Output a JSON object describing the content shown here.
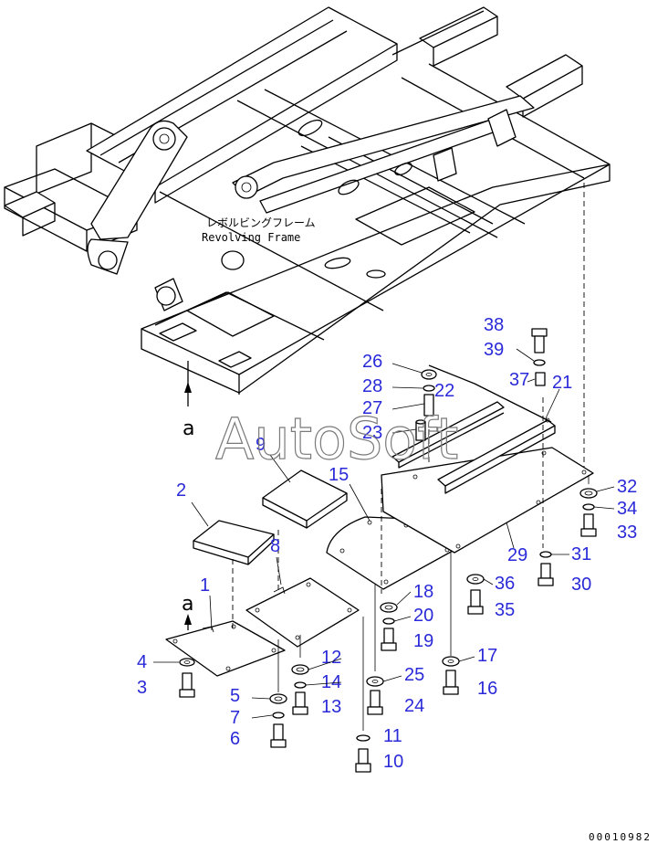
{
  "frame_label_jp": "レボルビングフレーム",
  "frame_label_en": "Revolving Frame",
  "ref_mark_top": "a",
  "ref_mark_bottom": "a",
  "watermark": "AutoSoft",
  "doc_number": "00010982",
  "callouts": [
    {
      "id": "c1",
      "text": "1"
    },
    {
      "id": "c2",
      "text": "2"
    },
    {
      "id": "c3",
      "text": "3"
    },
    {
      "id": "c4",
      "text": "4"
    },
    {
      "id": "c5",
      "text": "5"
    },
    {
      "id": "c6",
      "text": "6"
    },
    {
      "id": "c7",
      "text": "7"
    },
    {
      "id": "c8",
      "text": "8"
    },
    {
      "id": "c9",
      "text": "9"
    },
    {
      "id": "c10",
      "text": "10"
    },
    {
      "id": "c11",
      "text": "11"
    },
    {
      "id": "c12",
      "text": "12"
    },
    {
      "id": "c13",
      "text": "13"
    },
    {
      "id": "c14",
      "text": "14"
    },
    {
      "id": "c15",
      "text": "15"
    },
    {
      "id": "c16",
      "text": "16"
    },
    {
      "id": "c17",
      "text": "17"
    },
    {
      "id": "c18",
      "text": "18"
    },
    {
      "id": "c19",
      "text": "19"
    },
    {
      "id": "c20",
      "text": "20"
    },
    {
      "id": "c21",
      "text": "21"
    },
    {
      "id": "c22",
      "text": "22"
    },
    {
      "id": "c23",
      "text": "23"
    },
    {
      "id": "c24",
      "text": "24"
    },
    {
      "id": "c25",
      "text": "25"
    },
    {
      "id": "c26",
      "text": "26"
    },
    {
      "id": "c27",
      "text": "27"
    },
    {
      "id": "c28",
      "text": "28"
    },
    {
      "id": "c29",
      "text": "29"
    },
    {
      "id": "c30",
      "text": "30"
    },
    {
      "id": "c31",
      "text": "31"
    },
    {
      "id": "c32",
      "text": "32"
    },
    {
      "id": "c33",
      "text": "33"
    },
    {
      "id": "c34",
      "text": "34"
    },
    {
      "id": "c35",
      "text": "35"
    },
    {
      "id": "c36",
      "text": "36"
    },
    {
      "id": "c37",
      "text": "37"
    },
    {
      "id": "c38",
      "text": "38"
    },
    {
      "id": "c39",
      "text": "39"
    }
  ]
}
